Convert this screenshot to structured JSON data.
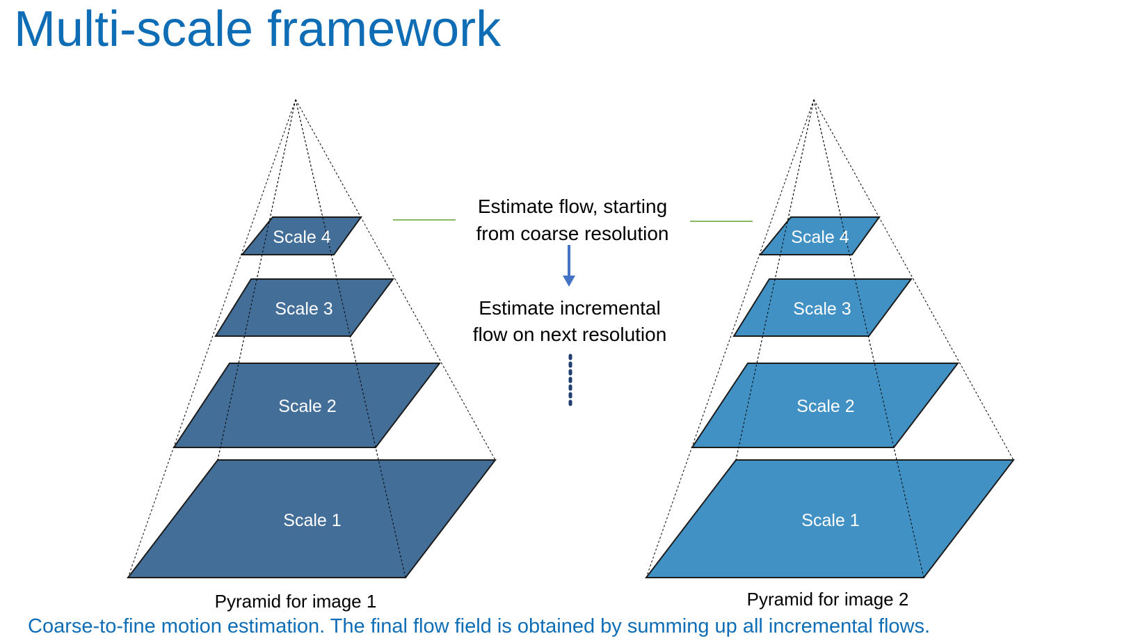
{
  "title": "Multi-scale framework",
  "colors": {
    "title": "#0f6db5",
    "pyramid1_fill": "#436e98",
    "pyramid2_fill": "#4291c4",
    "connector_line": "#8ab865",
    "arrow": "#4472c4",
    "dots": "#1f3f73"
  },
  "pyramids": [
    {
      "caption": "Pyramid for image 1",
      "levels": [
        "Scale 4",
        "Scale 3",
        "Scale 2",
        "Scale 1"
      ]
    },
    {
      "caption": "Pyramid for image 2",
      "levels": [
        "Scale 4",
        "Scale 3",
        "Scale 2",
        "Scale 1"
      ]
    }
  ],
  "steps": {
    "first": [
      "Estimate flow, starting",
      "from coarse resolution"
    ],
    "next": [
      "Estimate incremental",
      "flow on next resolution"
    ]
  },
  "footer": "Coarse-to-fine motion estimation. The final flow field is obtained by summing up all incremental flows."
}
